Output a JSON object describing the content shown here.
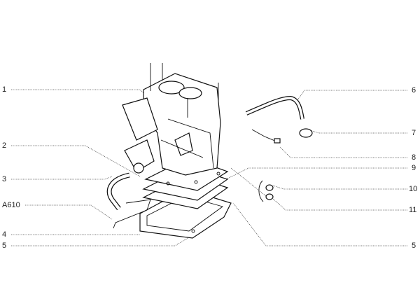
{
  "callouts": {
    "left": [
      {
        "id": "1",
        "text": "1"
      },
      {
        "id": "2",
        "text": "2"
      },
      {
        "id": "3",
        "text": "3"
      },
      {
        "id": "A610",
        "text": "A610"
      },
      {
        "id": "4",
        "text": "4"
      },
      {
        "id": "5",
        "text": "5"
      }
    ],
    "right": [
      {
        "id": "6",
        "text": "6"
      },
      {
        "id": "7",
        "text": "7"
      },
      {
        "id": "8",
        "text": "8"
      },
      {
        "id": "9",
        "text": "9"
      },
      {
        "id": "10",
        "text": "10"
      },
      {
        "id": "11",
        "text": "11"
      },
      {
        "id": "5r",
        "text": "5"
      }
    ]
  }
}
